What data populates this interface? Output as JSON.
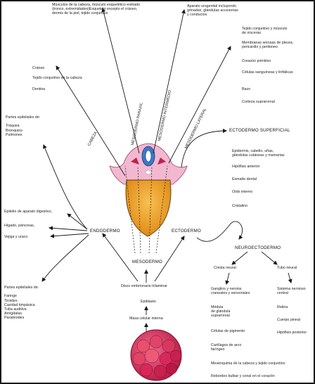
{
  "top": {
    "paraxial_list": "Músculos de la cabeza, músculo esquelético estriado\n(tronco, extremidades)Esqueleto excepto el cráneo,\ndermis de la piel, tejido conjuntivo",
    "intermediate_list": "Aparato urogenital incluyendo\ngónadas, glándulas accesorias\ny conductos"
  },
  "lateral_list": [
    "Tejido conjuntivo y músculo\nde vísceras",
    "Membranas serosas de pleura,\npericardio y peritoneo",
    "Corazón primitivo",
    "Células sanguíneas y linfáticas",
    "Bazo",
    "Corteza suprarrenal"
  ],
  "head_list": [
    "Cráneo",
    "Tejido conjuntivo de la cabeza",
    "Dentina"
  ],
  "arrow_labels": {
    "head": "CABEZA",
    "paraxial": "MESODERMO PARAXIL",
    "intermediate": "MESODERMO INTERMEDIO",
    "lateral": "MESODERMO LATERAL"
  },
  "ectoderm": {
    "superficial_title": "ECTODERMO SUPERFICIAL",
    "superficial_list": [
      "Epidermis, cabello, uñas,\nglándulas cutáneas y mamarias",
      "Hipófisis anterior",
      "Esmalte dental",
      "Oído interno",
      "Cristalino"
    ],
    "title": "ECTODERMO",
    "neuro_title": "NEUROECTODERMO",
    "neural_crest": "Cresta neural",
    "neural_tube": "Tubo neural",
    "crest_list": [
      "Ganglios y nervios\ncraneales y sensoriales",
      "Médula\nde glándula\nsuprarrenal",
      "Células de pigmento",
      "Cartílagos de arco\nfaríngeo",
      "Mesénquima de la cabeza y tejido conjuntivo",
      "Rebordes bulbar y conal en el corazón"
    ],
    "tube_list": [
      "Sistema nervioso\ncentral",
      "Retina",
      "Cuerpo pineal",
      "Hipófisis posterior"
    ]
  },
  "endoderm": {
    "title": "ENDODERMO",
    "respiratory": "Partes epiteliales de:\n\nTráquea\nBronquios\nPulmones",
    "digestive": "Epitelio de aparato digestivo,",
    "liver": "Hígado, páncreas,",
    "bladder": "Vejiga y uraco",
    "pharyngeal": "Partes epiteliales de:\n\nFaringe\nTiroides\nCavidad timpánica\nTuba auditiva\nAmígdalas\nParatiroides"
  },
  "center": {
    "mesoderm": "MESODERMO",
    "trilaminar": "Disco embrionario trilaminar",
    "epiblast": "Epiblasto",
    "inner_cell_mass": "Masa celular interna"
  },
  "colors": {
    "yolk": "#f0a830",
    "pink": "#f2b8d0",
    "blue": "#3b78c8",
    "red_cells": "#d8285a",
    "line": "#1a1a1a"
  }
}
